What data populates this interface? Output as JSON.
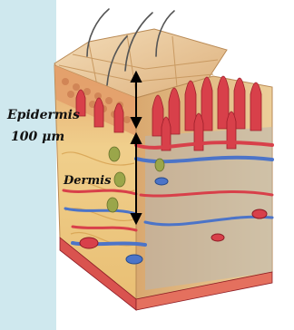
{
  "labels": {
    "epidermis": "Epidermis",
    "thickness": "100 μm",
    "dermis": "Dermis"
  },
  "colors": {
    "side_band": "#cfe8ee",
    "surface_skin": "#e8c79a",
    "cell_layer": "#e7b07d",
    "dermis_fiber": "#f0cf86",
    "blood_capillary": "#d8404a",
    "vein": "#4c74c8",
    "arrow": "#000000"
  },
  "icons": [
    "hair-icon",
    "double-arrow-icon"
  ]
}
